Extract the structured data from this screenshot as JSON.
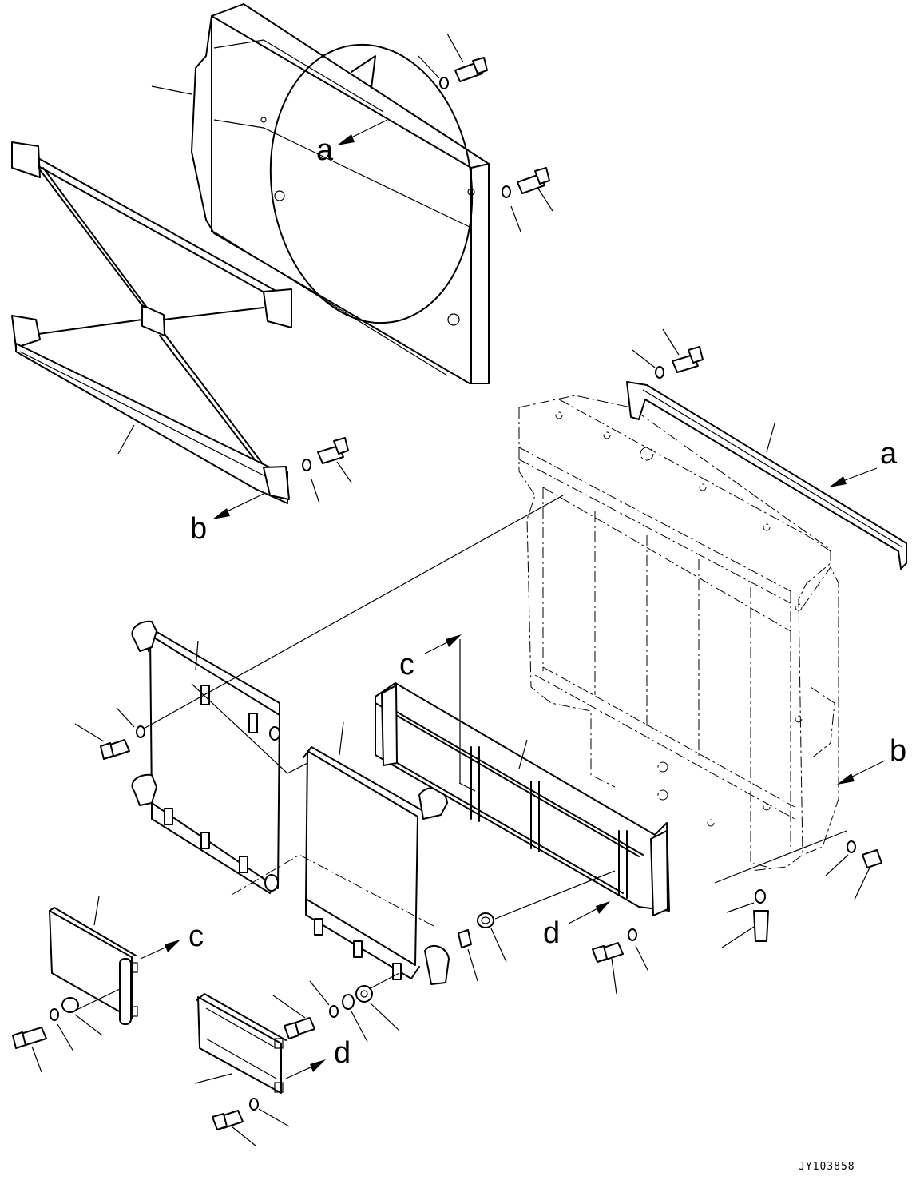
{
  "callouts": {
    "a_upper": "a",
    "b_upper": "b",
    "a_right": "a",
    "b_right": "b",
    "c_center": "c",
    "c_left": "c",
    "d_center": "d",
    "d_lower": "d"
  },
  "drawing_ref": "JY103858"
}
